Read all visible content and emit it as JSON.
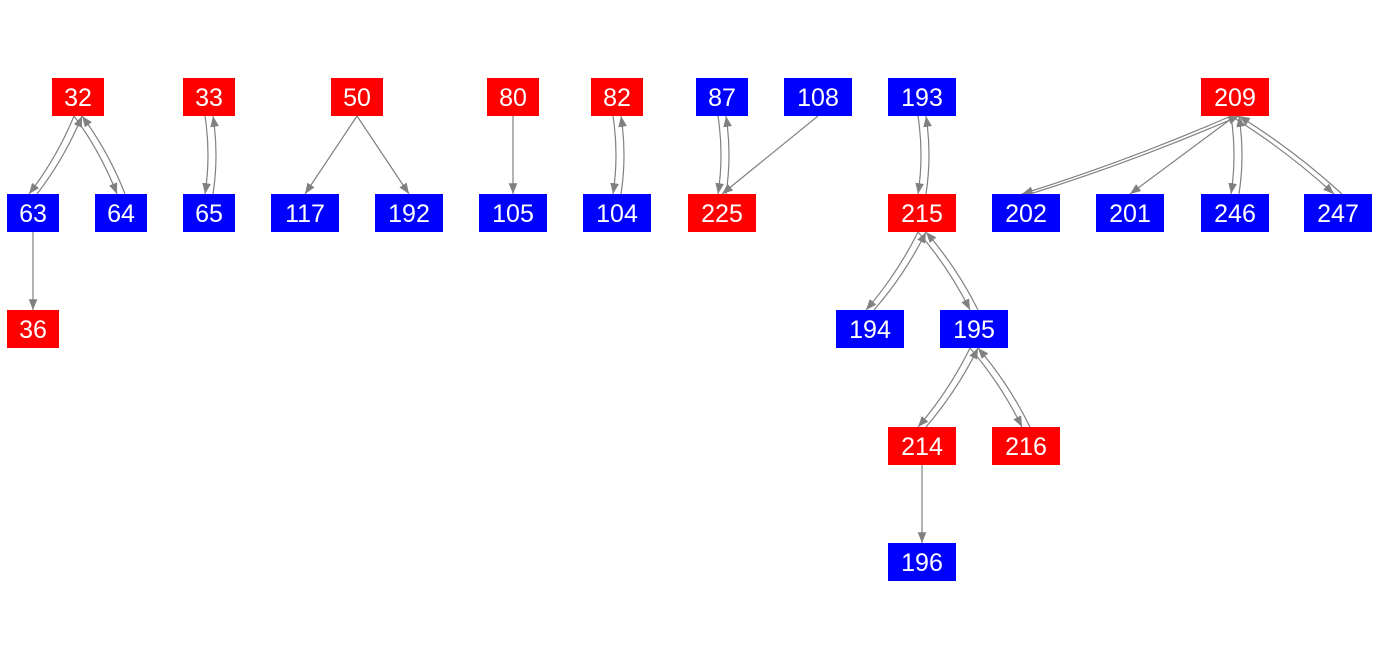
{
  "colors": {
    "red": "#ff0000",
    "blue": "#0000ff",
    "edge": "#808080"
  },
  "nodes": [
    {
      "id": "32",
      "color": "red"
    },
    {
      "id": "33",
      "color": "red"
    },
    {
      "id": "50",
      "color": "red"
    },
    {
      "id": "80",
      "color": "red"
    },
    {
      "id": "82",
      "color": "red"
    },
    {
      "id": "87",
      "color": "blue"
    },
    {
      "id": "108",
      "color": "blue"
    },
    {
      "id": "193",
      "color": "blue"
    },
    {
      "id": "209",
      "color": "red"
    },
    {
      "id": "63",
      "color": "blue"
    },
    {
      "id": "64",
      "color": "blue"
    },
    {
      "id": "65",
      "color": "blue"
    },
    {
      "id": "117",
      "color": "blue"
    },
    {
      "id": "192",
      "color": "blue"
    },
    {
      "id": "105",
      "color": "blue"
    },
    {
      "id": "104",
      "color": "blue"
    },
    {
      "id": "225",
      "color": "red"
    },
    {
      "id": "215",
      "color": "red"
    },
    {
      "id": "202",
      "color": "blue"
    },
    {
      "id": "201",
      "color": "blue"
    },
    {
      "id": "246",
      "color": "blue"
    },
    {
      "id": "247",
      "color": "blue"
    },
    {
      "id": "36",
      "color": "red"
    },
    {
      "id": "194",
      "color": "blue"
    },
    {
      "id": "195",
      "color": "blue"
    },
    {
      "id": "214",
      "color": "red"
    },
    {
      "id": "216",
      "color": "red"
    },
    {
      "id": "196",
      "color": "blue"
    }
  ],
  "edges": [
    [
      "32",
      "63"
    ],
    [
      "63",
      "32"
    ],
    [
      "32",
      "64"
    ],
    [
      "64",
      "32"
    ],
    [
      "63",
      "36"
    ],
    [
      "33",
      "65"
    ],
    [
      "65",
      "33"
    ],
    [
      "50",
      "117"
    ],
    [
      "50",
      "192"
    ],
    [
      "80",
      "105"
    ],
    [
      "82",
      "104"
    ],
    [
      "104",
      "82"
    ],
    [
      "87",
      "225"
    ],
    [
      "225",
      "87"
    ],
    [
      "108",
      "225"
    ],
    [
      "193",
      "215"
    ],
    [
      "215",
      "193"
    ],
    [
      "215",
      "194"
    ],
    [
      "194",
      "215"
    ],
    [
      "215",
      "195"
    ],
    [
      "195",
      "215"
    ],
    [
      "195",
      "214"
    ],
    [
      "214",
      "195"
    ],
    [
      "195",
      "216"
    ],
    [
      "216",
      "195"
    ],
    [
      "214",
      "196"
    ],
    [
      "209",
      "202"
    ],
    [
      "202",
      "209"
    ],
    [
      "209",
      "201"
    ],
    [
      "209",
      "246"
    ],
    [
      "246",
      "209"
    ],
    [
      "209",
      "247"
    ],
    [
      "247",
      "209"
    ]
  ]
}
